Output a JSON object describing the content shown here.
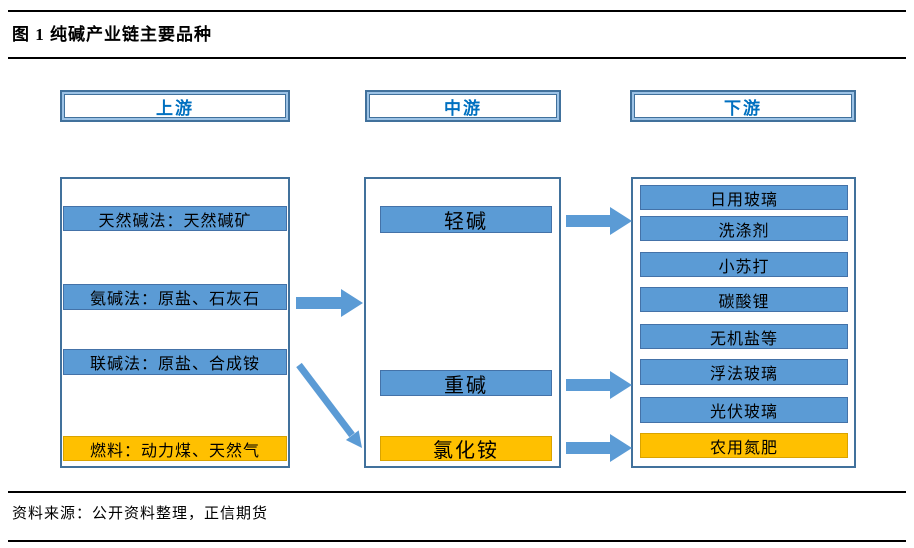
{
  "figure": {
    "title": "图 1  纯碱产业链主要品种",
    "source": "资料来源：公开资料整理，正信期货"
  },
  "colors": {
    "blue_fill": "#5B9BD5",
    "blue_bar_border": "#4472A8",
    "orange_fill": "#FFC000",
    "orange_bar_border": "#D9A300",
    "container_border": "#41719C",
    "header_text": "#0070C0",
    "arrow": "#5B9BD5",
    "rule": "#000000"
  },
  "columns": [
    {
      "header": "上游",
      "items": [
        {
          "label": "天然碱法：天然碱矿",
          "type": "blue"
        },
        {
          "label": "氨碱法：原盐、石灰石",
          "type": "blue"
        },
        {
          "label": "联碱法：原盐、合成铵",
          "type": "blue"
        },
        {
          "label": "燃料：动力煤、天然气",
          "type": "orange"
        }
      ]
    },
    {
      "header": "中游",
      "items": [
        {
          "label": "轻碱",
          "type": "blue"
        },
        {
          "label": "重碱",
          "type": "blue"
        },
        {
          "label": "氯化铵",
          "type": "orange"
        }
      ]
    },
    {
      "header": "下游",
      "items": [
        {
          "label": "日用玻璃",
          "type": "blue"
        },
        {
          "label": "洗涤剂",
          "type": "blue"
        },
        {
          "label": "小苏打",
          "type": "blue"
        },
        {
          "label": "碳酸锂",
          "type": "blue"
        },
        {
          "label": "无机盐等",
          "type": "blue"
        },
        {
          "label": "浮法玻璃",
          "type": "blue"
        },
        {
          "label": "光伏玻璃",
          "type": "blue"
        },
        {
          "label": "农用氮肥",
          "type": "orange"
        }
      ]
    }
  ],
  "arrows": [
    {
      "name": "upstream-to-midstream-right-arrow"
    },
    {
      "name": "upstream-to-ammonium-chloride-diagonal-arrow"
    },
    {
      "name": "light-soda-to-downstream-right-arrow"
    },
    {
      "name": "heavy-soda-to-downstream-right-arrow"
    },
    {
      "name": "ammonium-chloride-to-downstream-right-arrow"
    }
  ]
}
